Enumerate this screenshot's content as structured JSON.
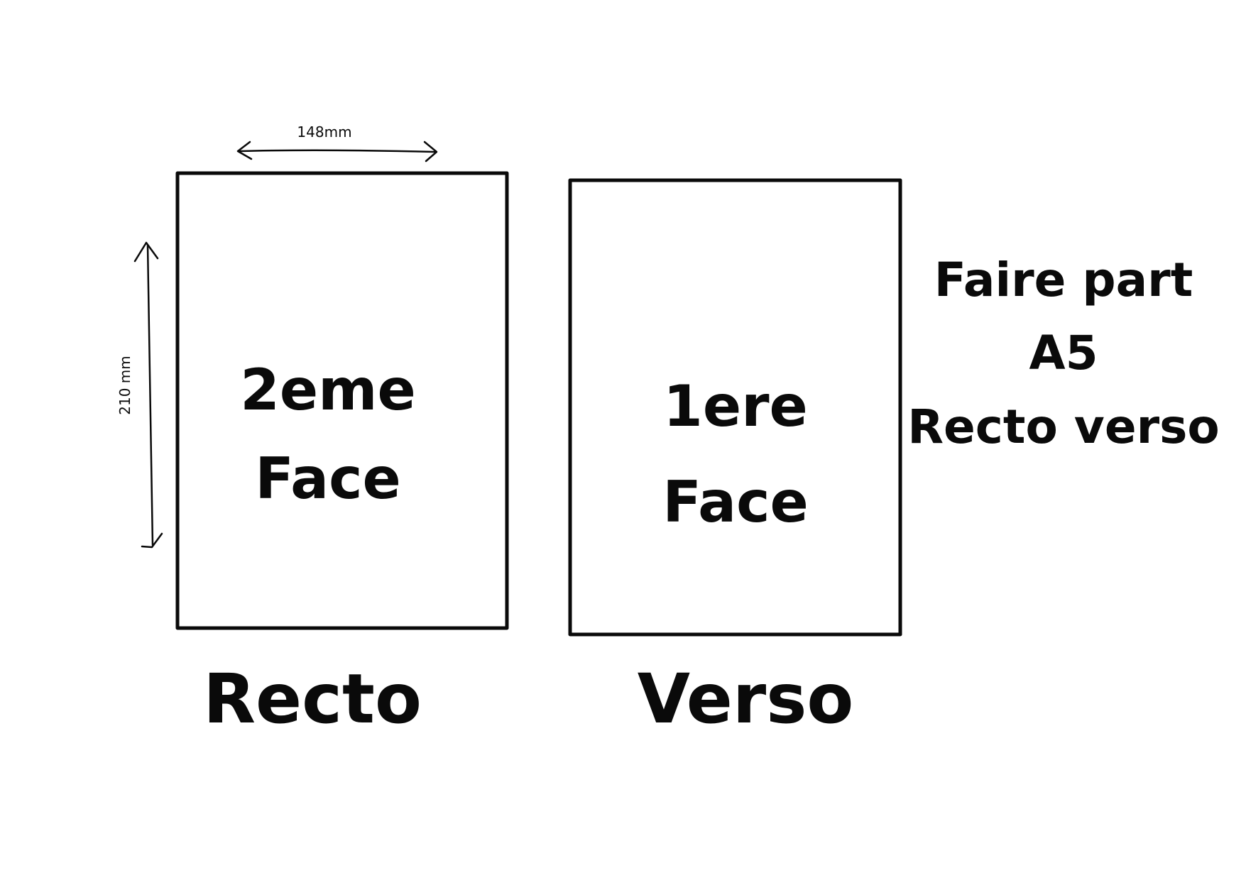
{
  "dimensions": {
    "width_label": "148mm",
    "height_label": "210 mm"
  },
  "recto_card": {
    "line1": "2eme",
    "line2": "Face"
  },
  "verso_card": {
    "line1": "1ere",
    "line2": "Face"
  },
  "captions": {
    "recto": "Recto",
    "verso": "Verso"
  },
  "info": {
    "line1": "Faire part",
    "line2": "A5",
    "line3": "Recto verso"
  },
  "colors": {
    "ink": "#0a0a0a",
    "background": "#ffffff"
  }
}
